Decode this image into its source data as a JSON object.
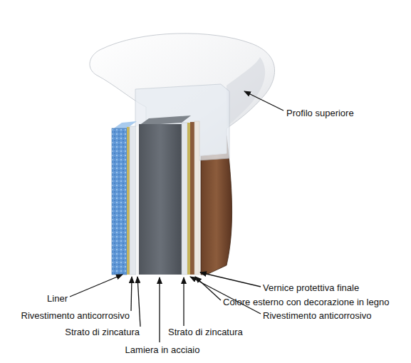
{
  "diagram": {
    "labels": [
      "Profilo superiore",
      "Liner",
      "Rivestimento anticorrosivo",
      "Strato di zincatura",
      "Lamiera in acciaio",
      "Strato di zincatura",
      "Rivestimento anticorrosivo",
      "Colore esterno con decorazione in legno",
      "Vernice protettiva finale"
    ]
  }
}
